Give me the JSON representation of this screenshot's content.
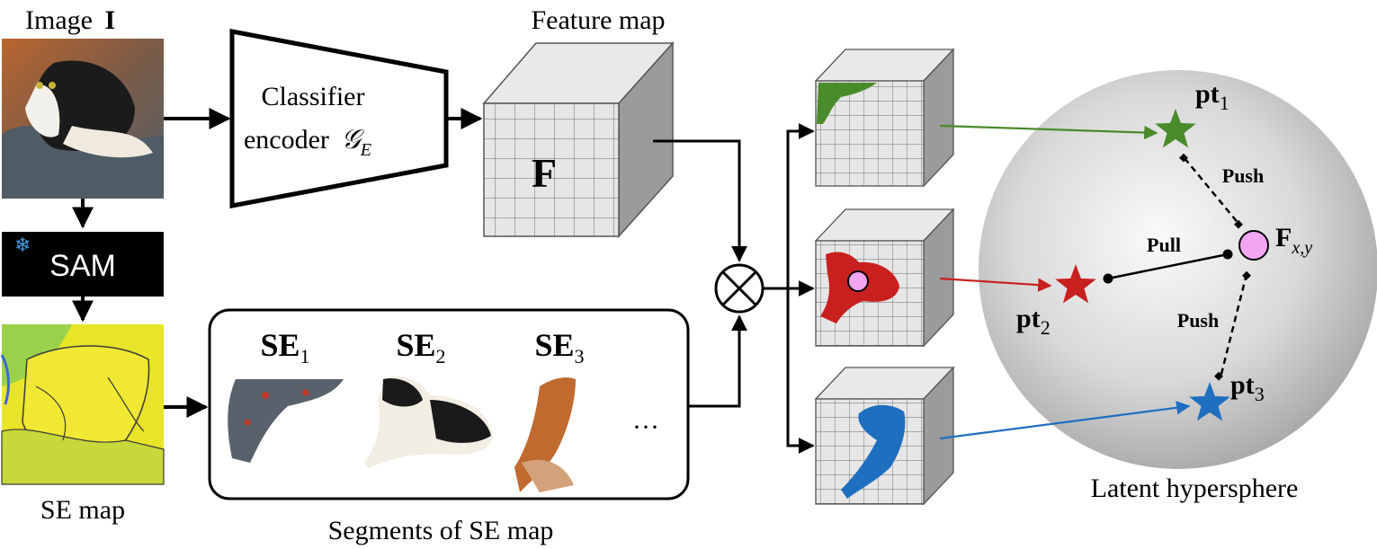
{
  "labels": {
    "image_title": "Image",
    "image_symbol": "I",
    "sam_label": "SAM",
    "se_map_label": "SE map",
    "encoder_line1": "Classifier",
    "encoder_line2": "encoder",
    "encoder_symbol": "𝒢",
    "encoder_sub": "E",
    "feature_map_title": "Feature map",
    "feature_symbol": "F",
    "segments_caption": "Segments of SE map",
    "ellipsis": "···",
    "hypersphere_caption": "Latent hypersphere",
    "push_1": "Push",
    "push_2": "Push",
    "pull": "Pull",
    "fxy_base": "F",
    "fxy_sub": "x,y"
  },
  "segments": [
    {
      "prefix": "SE",
      "sub": "1",
      "color": "#4a8b2c"
    },
    {
      "prefix": "SE",
      "sub": "2",
      "color": "#c8201e"
    },
    {
      "prefix": "SE",
      "sub": "3",
      "color": "#3a74b4"
    }
  ],
  "prototypes": [
    {
      "base": "pt",
      "sub": "1",
      "color": "#4a8b2c"
    },
    {
      "base": "pt",
      "sub": "2",
      "color": "#c8201e"
    },
    {
      "base": "pt",
      "sub": "3",
      "color": "#1f6fc0"
    }
  ],
  "colors": {
    "green": "#4a8b2c",
    "red": "#c8201e",
    "blue": "#1f6fc0",
    "feature_point": "#f2a6f2",
    "sam_box": "#000000",
    "snowflake": "#3aa0e6"
  }
}
